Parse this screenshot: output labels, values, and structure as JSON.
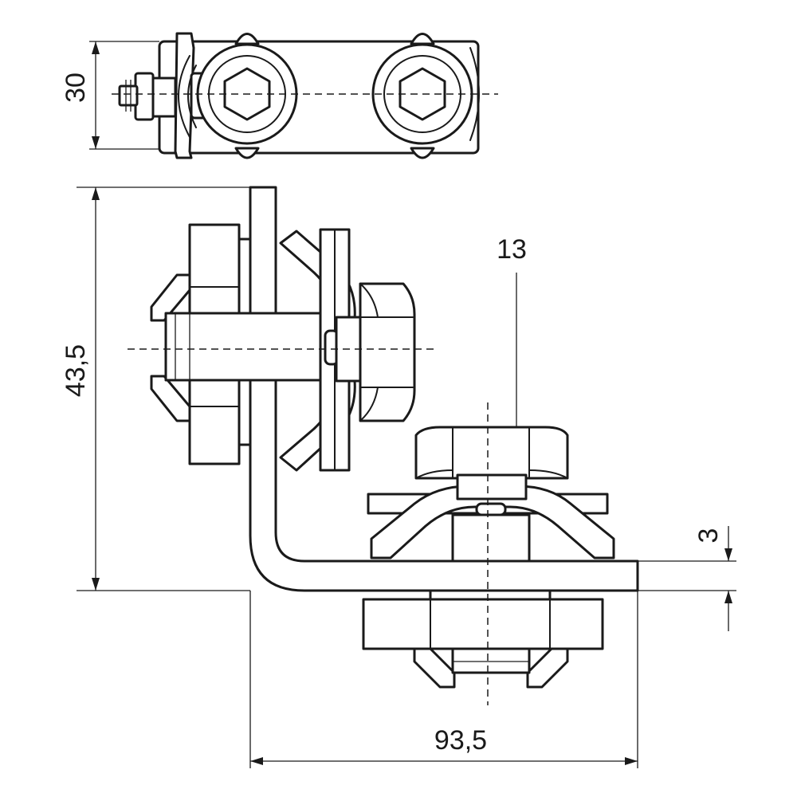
{
  "dimensions": {
    "width_top_view": "30",
    "height_side_view": "43,5",
    "wrench_size": "13",
    "material_thickness": "3",
    "length_side_view": "93,5"
  },
  "colors": {
    "line": "#1a1a1a",
    "background": "#ffffff"
  }
}
